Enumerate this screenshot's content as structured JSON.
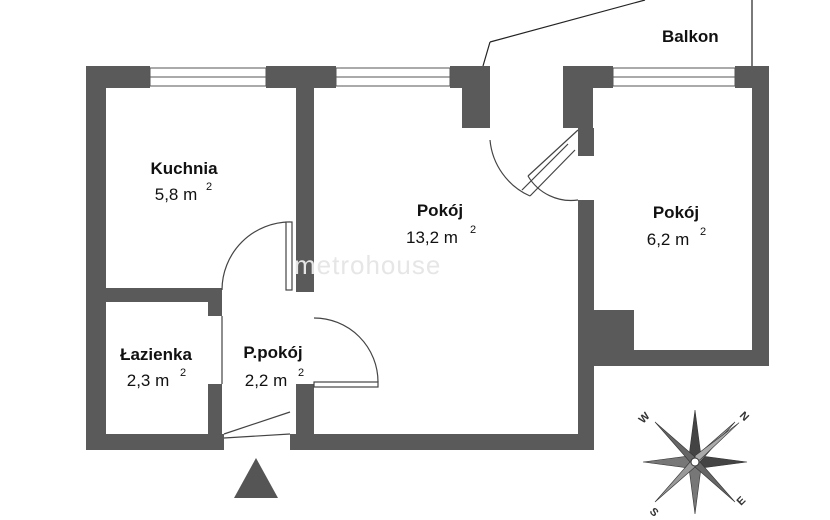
{
  "balcony": {
    "label": "Balkon"
  },
  "rooms": [
    {
      "name": "Kuchnia",
      "area": "5,8 m",
      "unit_exp": "2"
    },
    {
      "name": "Pokój",
      "area": "13,2 m",
      "unit_exp": "2"
    },
    {
      "name": "Pokój",
      "area": "6,2 m",
      "unit_exp": "2"
    },
    {
      "name": "Łazienka",
      "area": "2,3 m",
      "unit_exp": "2"
    },
    {
      "name": "P.pokój",
      "area": "2,2 m",
      "unit_exp": "2"
    }
  ],
  "watermark": "metrohouse",
  "compass": {
    "n": "N",
    "s": "S",
    "e": "E",
    "w": "W"
  },
  "colors": {
    "wall": "#5a5a5a",
    "window": "#ffffff",
    "line": "#333333"
  }
}
